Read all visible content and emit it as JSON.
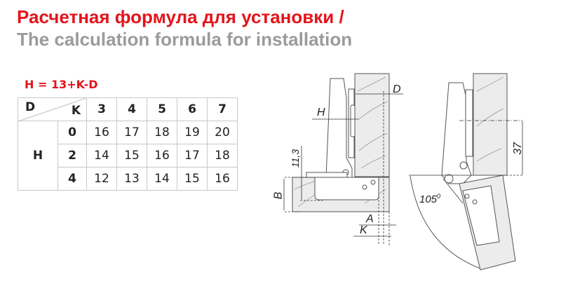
{
  "title_ru": "Расчетная формула для установки /",
  "title_en": "The calculation formula for installation",
  "formula": "H = 13+K-D",
  "table": {
    "corner_row_label": "D",
    "corner_col_label": "K",
    "row_group_label": "H",
    "columns": [
      "3",
      "4",
      "5",
      "6",
      "7"
    ],
    "rows": [
      {
        "k": "0",
        "values": [
          "16",
          "17",
          "18",
          "19",
          "20"
        ]
      },
      {
        "k": "2",
        "values": [
          "14",
          "15",
          "16",
          "17",
          "18"
        ]
      },
      {
        "k": "4",
        "values": [
          "12",
          "13",
          "14",
          "15",
          "16"
        ]
      }
    ]
  },
  "diagram": {
    "labels": {
      "D": "D",
      "H": "H",
      "dim_11_3": "11,3",
      "B": "B",
      "A": "A",
      "K": "K",
      "dim_37": "37",
      "angle": "105",
      "angle_sup": "0"
    }
  },
  "colors": {
    "accent": "#e3141b",
    "subtitle": "#9b9b9b"
  }
}
